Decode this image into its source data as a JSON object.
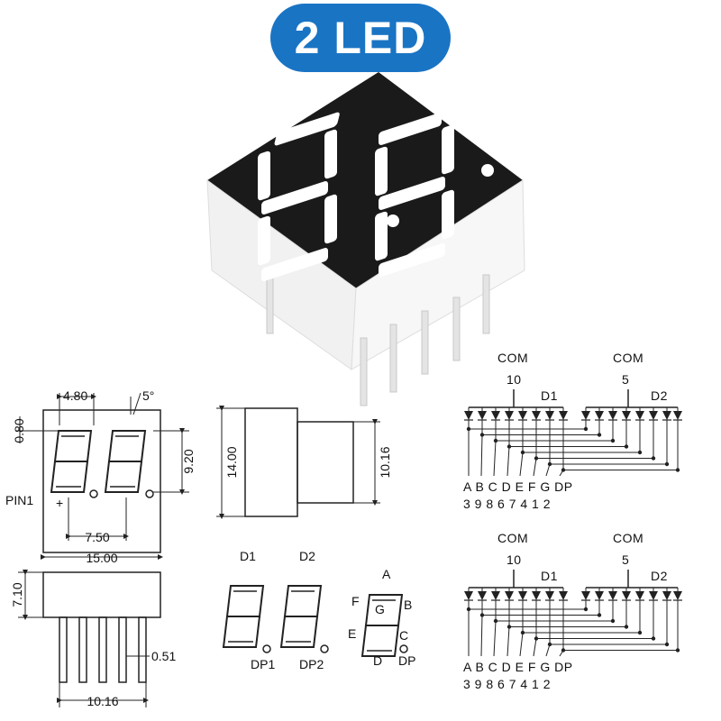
{
  "badge": "2 LED",
  "front_view": {
    "dims": {
      "top_offset": "0.80",
      "digit_width": "4.80",
      "slant": "5°",
      "digit_height": "9.20",
      "digit_pitch": "7.50",
      "body_width": "15.00"
    },
    "pin_label": "PIN1",
    "plus": "+"
  },
  "side_view": {
    "body_height": "14.00",
    "pin_span": "10.16"
  },
  "bottom_view": {
    "height": "7.10",
    "pin_width": "0.51",
    "pin_span": "10.16"
  },
  "digit_labels": {
    "d1": "D1",
    "d2": "D2",
    "dp1": "DP1",
    "dp2": "DP2"
  },
  "segments": {
    "a": "A",
    "b": "B",
    "c": "C",
    "d": "D",
    "e": "E",
    "f": "F",
    "g": "G",
    "dp": "DP"
  },
  "schematics": [
    {
      "com1": "COM",
      "com1_pin": "10",
      "com2": "COM",
      "com2_pin": "5",
      "d1": "D1",
      "d2": "D2",
      "seg_row": "A B C D E F G DP",
      "pin_row": "3 9 8 6 7 4 1 2"
    },
    {
      "com1": "COM",
      "com1_pin": "10",
      "com2": "COM",
      "com2_pin": "5",
      "d1": "D1",
      "d2": "D2",
      "seg_row": "A B C D E F G DP",
      "pin_row": "3 9 8 6 7 4 1 2"
    }
  ]
}
